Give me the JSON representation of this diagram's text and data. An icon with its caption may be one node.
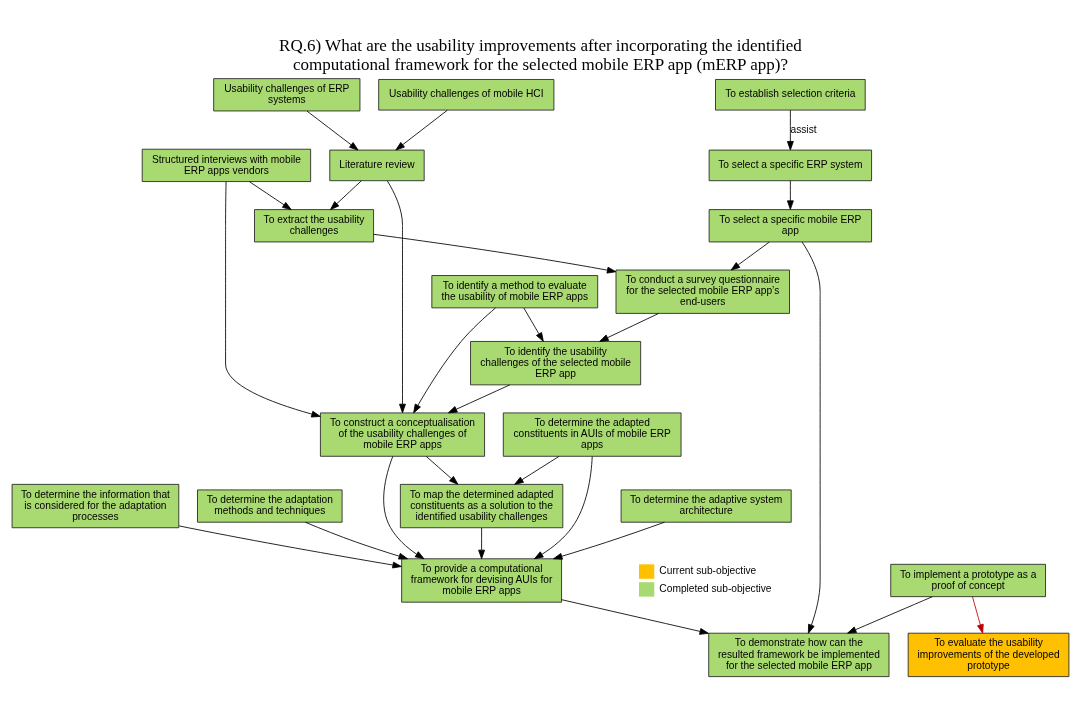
{
  "diagram": {
    "title": "RQ.6) What are the usability improvements after incorporating the identified computational framework for the selected mobile ERP app (mERP app)?",
    "nodes": [
      {
        "text": [
          "To select a specific ERP system"
        ]
      },
      {
        "text": [
          "To select a specific mobile ERP app"
        ]
      },
      {
        "text": [
          "To establish selection criteria"
        ]
      },
      {
        "text": [
          "Literature review"
        ]
      },
      {
        "text": [
          "Usability challenges of mobile HCI"
        ]
      },
      {
        "text": [
          "Usability challenges of ERP systems"
        ]
      },
      {
        "text": [
          "To construct a conceptualisation of the usability challenges of mobile ERP apps"
        ]
      },
      {
        "text": [
          "Structured interviews with mobile ERP apps vendors"
        ]
      },
      {
        "text": [
          "To identify a method to evaluate the usability of mobile ERP apps"
        ]
      },
      {
        "text": [
          "To extract the usability challenges"
        ]
      },
      {
        "text": [
          "To provide a computational framework for devising AUIs for mobile ERP apps"
        ]
      },
      {
        "text": [
          "To identify the usability challenges of the selected mobile ERP app"
        ]
      },
      {
        "text": [
          "To conduct a survey questionnaire for the selected mobile ERP app’s end-users"
        ]
      },
      {
        "text": [
          "To determine the adapted constituents in AUIs of mobile ERP apps"
        ]
      },
      {
        "text": [
          "To map the determined adapted constituents as a solution to the identified usability challenges"
        ]
      },
      {
        "text": [
          "To demonstrate how can the resulted framework be implemented for the selected mobile ERP app"
        ]
      },
      {
        "text": [
          "To evaluate the usability improvements of the developed prototype"
        ]
      },
      {
        "text": [
          "To determine the information that is considered for the adaptation processes"
        ]
      },
      {
        "text": [
          "To determine the adaptation methods and techniques"
        ]
      },
      {
        "text": [
          "To implement a prototype as a proof of concept"
        ]
      },
      {
        "text": [
          "To determine the adaptive system architecture"
        ]
      }
    ],
    "edges": [
      {
        "from": 0,
        "to": 1,
        "arrow": "to"
      },
      {
        "from": 2,
        "to": 0,
        "arrow": "to",
        "label": "assist"
      },
      {
        "from": 1,
        "to": 12,
        "arrow": "to"
      },
      {
        "from": 1,
        "to": 15,
        "arrow": "to"
      },
      {
        "from": 4,
        "to": 3,
        "arrow": "to"
      },
      {
        "from": 5,
        "to": 3,
        "arrow": "to"
      },
      {
        "from": 3,
        "to": 6,
        "arrow": "to"
      },
      {
        "from": 7,
        "to": 6,
        "arrow": "to"
      },
      {
        "from": 8,
        "to": 6,
        "arrow": "to"
      },
      {
        "from": 11,
        "to": 6,
        "arrow": "to"
      },
      {
        "from": 3,
        "to": 9,
        "arrow": "to"
      },
      {
        "from": 7,
        "to": 9,
        "arrow": "to"
      },
      {
        "from": 8,
        "to": 11,
        "arrow": "to"
      },
      {
        "from": 9,
        "to": 12,
        "arrow": "to"
      },
      {
        "from": 12,
        "to": 11,
        "arrow": "to"
      },
      {
        "from": 6,
        "to": 10,
        "arrow": "to"
      },
      {
        "from": 6,
        "to": 14,
        "arrow": "to"
      },
      {
        "from": 13,
        "to": 10,
        "arrow": "to"
      },
      {
        "from": 14,
        "to": 10,
        "arrow": "to"
      },
      {
        "from": 17,
        "to": 10,
        "arrow": "to"
      },
      {
        "from": 18,
        "to": 10,
        "arrow": "to"
      },
      {
        "from": 20,
        "to": 10,
        "arrow": "to"
      },
      {
        "from": 13,
        "to": 14,
        "arrow": "to"
      },
      {
        "from": 10,
        "to": 15,
        "arrow": "to"
      },
      {
        "from": 19,
        "to": 15,
        "arrow": "to"
      },
      {
        "from": 19,
        "to": 16,
        "arrow": "to",
        "color": "#c00000"
      }
    ],
    "legend": [
      {
        "text": "Current sub-objective",
        "color": "#ffc000"
      },
      {
        "text": "Completed sub-objective",
        "color": "#a9d971"
      }
    ]
  }
}
